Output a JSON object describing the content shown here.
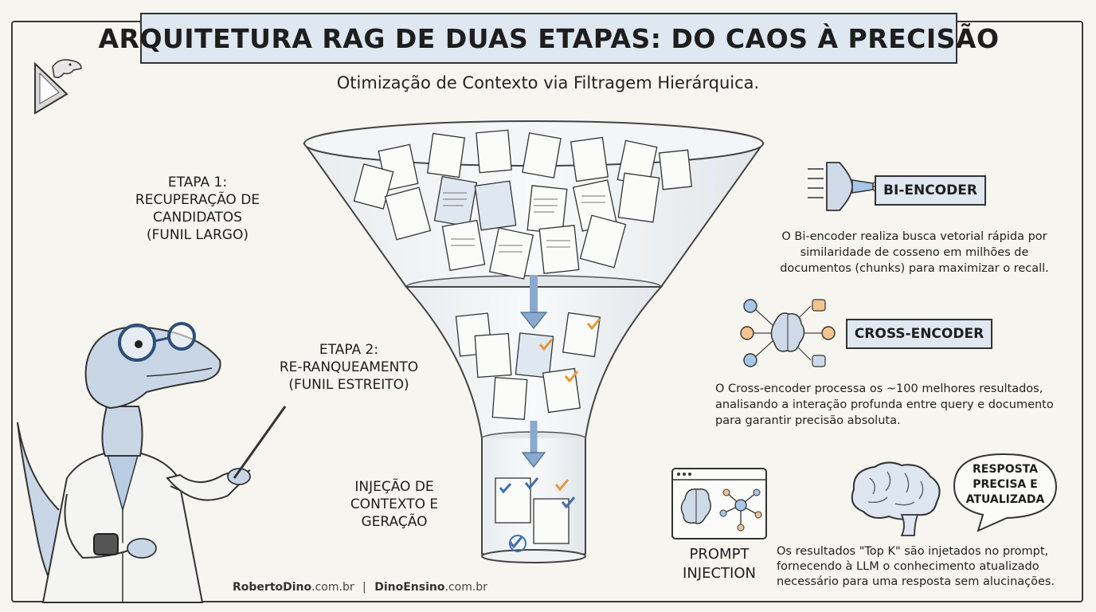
{
  "header": {
    "title": "ARQUITETURA RAG DE DUAS ETAPAS: DO CAOS À PRECISÃO",
    "subtitle": "Otimização de Contexto via Filtragem Hierárquica."
  },
  "stages": {
    "stage1": "ETAPA 1:\nRECUPERAÇÃO DE\nCANDIDATOS\n(FUNIL LARGO)",
    "stage2": "ETAPA 2:\nRE-RANQUEAMENTO\n(FUNIL ESTREITO)",
    "stage3": "INJEÇÃO DE\nCONTEXTO E\nGERAÇÃO"
  },
  "bi_encoder": {
    "label": "BI-ENCODER",
    "description": "O Bi-encoder realiza busca vetorial rápida por\nsimilaridade de cosseno em milhões de\ndocumentos (chunks) para maximizar o recall."
  },
  "cross_encoder": {
    "label": "CROSS-ENCODER",
    "description": "O Cross-encoder processa os ~100 melhores resultados,\nanalisando a interação profunda entre query e documento\npara garantir precisão absoluta."
  },
  "prompt_injection": {
    "label": "PROMPT\nINJECTION"
  },
  "response": {
    "bubble": "RESPOSTA\nPRECISA E\nATUALIZADA",
    "description": "Os resultados \"Top K\" são injetados no prompt,\nfornecendo à LLM o conhecimento atualizado\nnecessário para uma resposta sem alucinações."
  },
  "footer": {
    "site1_bold": "RobertoDino",
    "site1_suffix": ".com.br",
    "separator": "|",
    "site2_bold": "DinoEnsino",
    "site2_suffix": ".com.br"
  },
  "colors": {
    "accent_blue": "#dfe7f1",
    "arrow_blue": "#8aa9cf",
    "check_orange": "#e49a3a",
    "check_blue": "#3d6fb0",
    "node_orange": "#f2c48f",
    "node_blue": "#a9c6e8"
  }
}
